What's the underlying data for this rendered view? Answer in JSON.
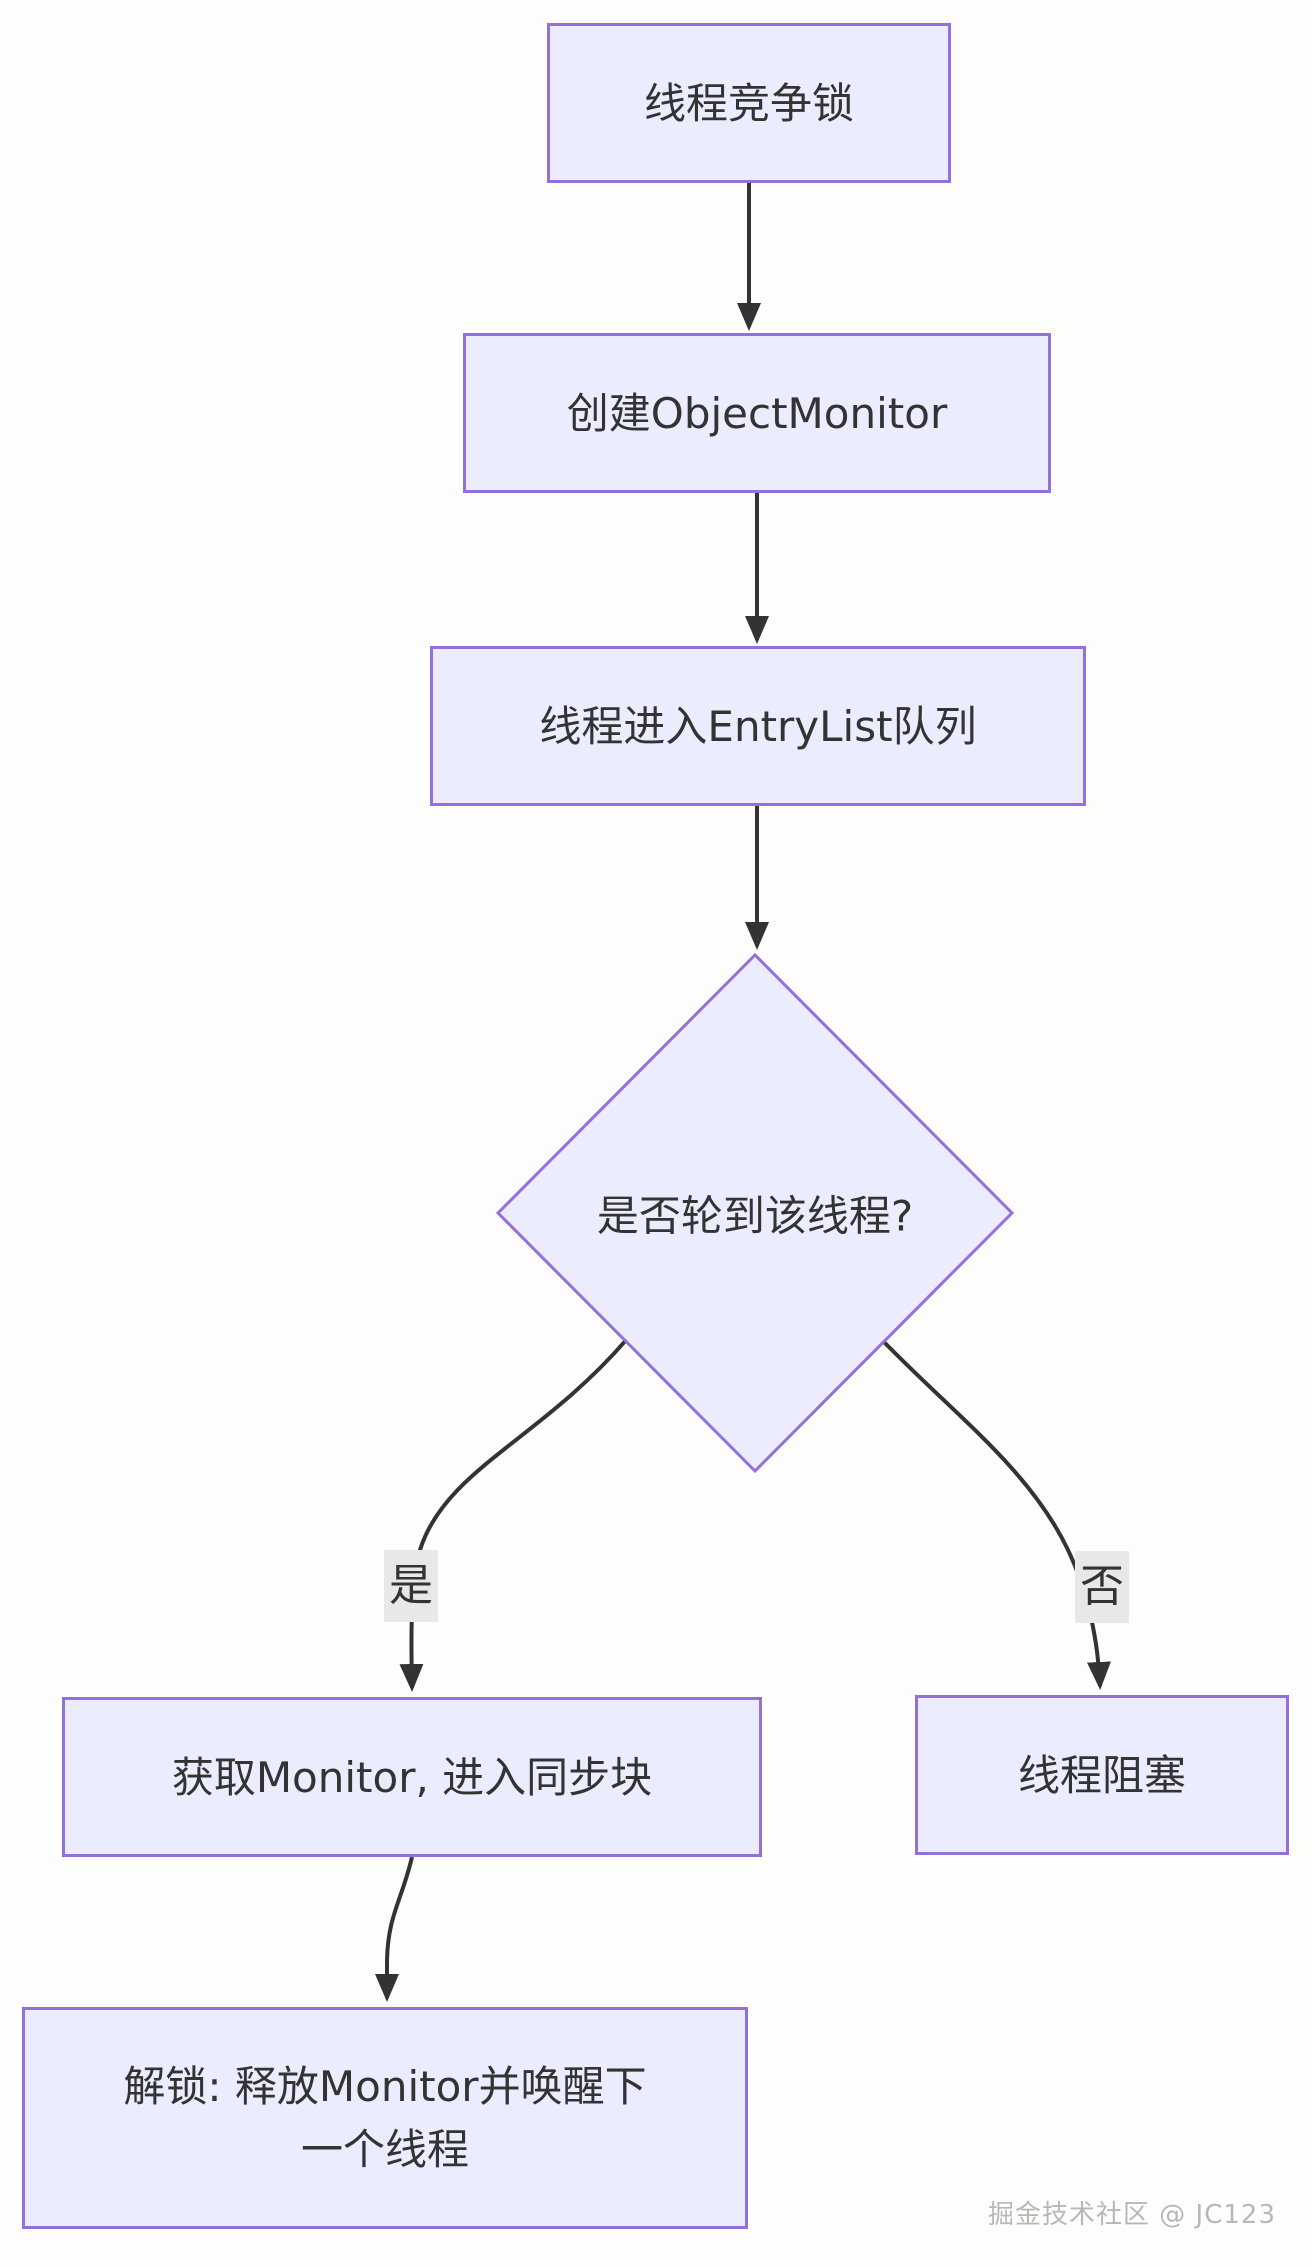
{
  "diagram": {
    "type": "flowchart",
    "colors": {
      "node_fill": "#ECECFF",
      "node_border": "#9370DB",
      "text": "#333333",
      "edge": "#333333",
      "edge_label_bg": "#e8e8e8",
      "background": "#fdfdfc"
    },
    "nodes": {
      "start": {
        "label": "线程竞争锁"
      },
      "create_monitor": {
        "label": "创建ObjectMonitor"
      },
      "entry_list": {
        "label": "线程进入EntryList队列"
      },
      "decision": {
        "label": "是否轮到该线程?"
      },
      "acquire": {
        "label": "获取Monitor, 进入同步块"
      },
      "blocked": {
        "label": "线程阻塞"
      },
      "unlock": {
        "line1": "解锁: 释放Monitor并唤醒下",
        "line2": "一个线程"
      }
    },
    "edge_labels": {
      "yes": "是",
      "no": "否"
    },
    "watermark": "掘金技术社区 @ JC123"
  }
}
